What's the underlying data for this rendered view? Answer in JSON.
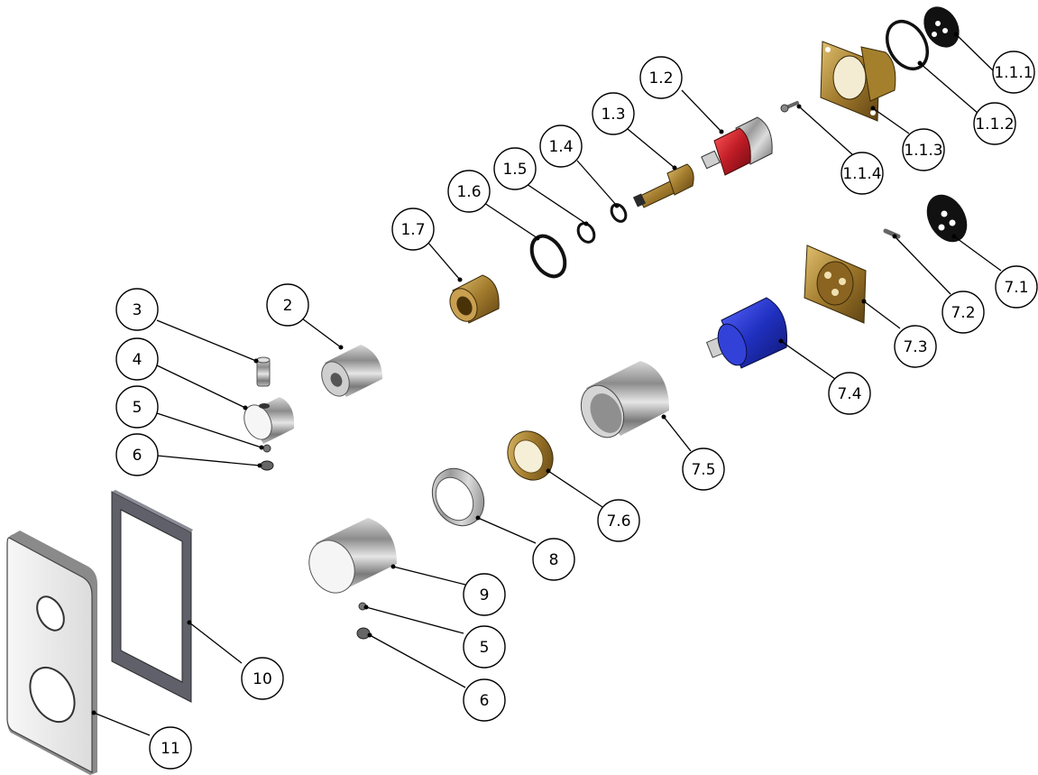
{
  "colors": {
    "chrome": "#b9b9b9",
    "brass": "#b08a3a",
    "cartridge_red": "#c21f2a",
    "cartridge_blue": "#2534c8",
    "gasket_dark": "#5c5c66",
    "black_rubber": "#111111"
  },
  "callouts": [
    {
      "id": "c-1-1-1",
      "label": "1.1.1"
    },
    {
      "id": "c-1-1-2",
      "label": "1.1.2"
    },
    {
      "id": "c-1-1-3",
      "label": "1.1.3"
    },
    {
      "id": "c-1-1-4",
      "label": "1.1.4"
    },
    {
      "id": "c-1-2",
      "label": "1.2"
    },
    {
      "id": "c-1-3",
      "label": "1.3"
    },
    {
      "id": "c-1-4",
      "label": "1.4"
    },
    {
      "id": "c-1-5",
      "label": "1.5"
    },
    {
      "id": "c-1-6",
      "label": "1.6"
    },
    {
      "id": "c-1-7",
      "label": "1.7"
    },
    {
      "id": "c-2",
      "label": "2"
    },
    {
      "id": "c-3",
      "label": "3"
    },
    {
      "id": "c-4",
      "label": "4"
    },
    {
      "id": "c-5a",
      "label": "5"
    },
    {
      "id": "c-6a",
      "label": "6"
    },
    {
      "id": "c-7-1",
      "label": "7.1"
    },
    {
      "id": "c-7-2",
      "label": "7.2"
    },
    {
      "id": "c-7-3",
      "label": "7.3"
    },
    {
      "id": "c-7-4",
      "label": "7.4"
    },
    {
      "id": "c-7-5",
      "label": "7.5"
    },
    {
      "id": "c-7-6",
      "label": "7.6"
    },
    {
      "id": "c-8",
      "label": "8"
    },
    {
      "id": "c-9",
      "label": "9"
    },
    {
      "id": "c-5b",
      "label": "5"
    },
    {
      "id": "c-6b",
      "label": "6"
    },
    {
      "id": "c-10",
      "label": "10"
    },
    {
      "id": "c-11",
      "label": "11"
    }
  ]
}
